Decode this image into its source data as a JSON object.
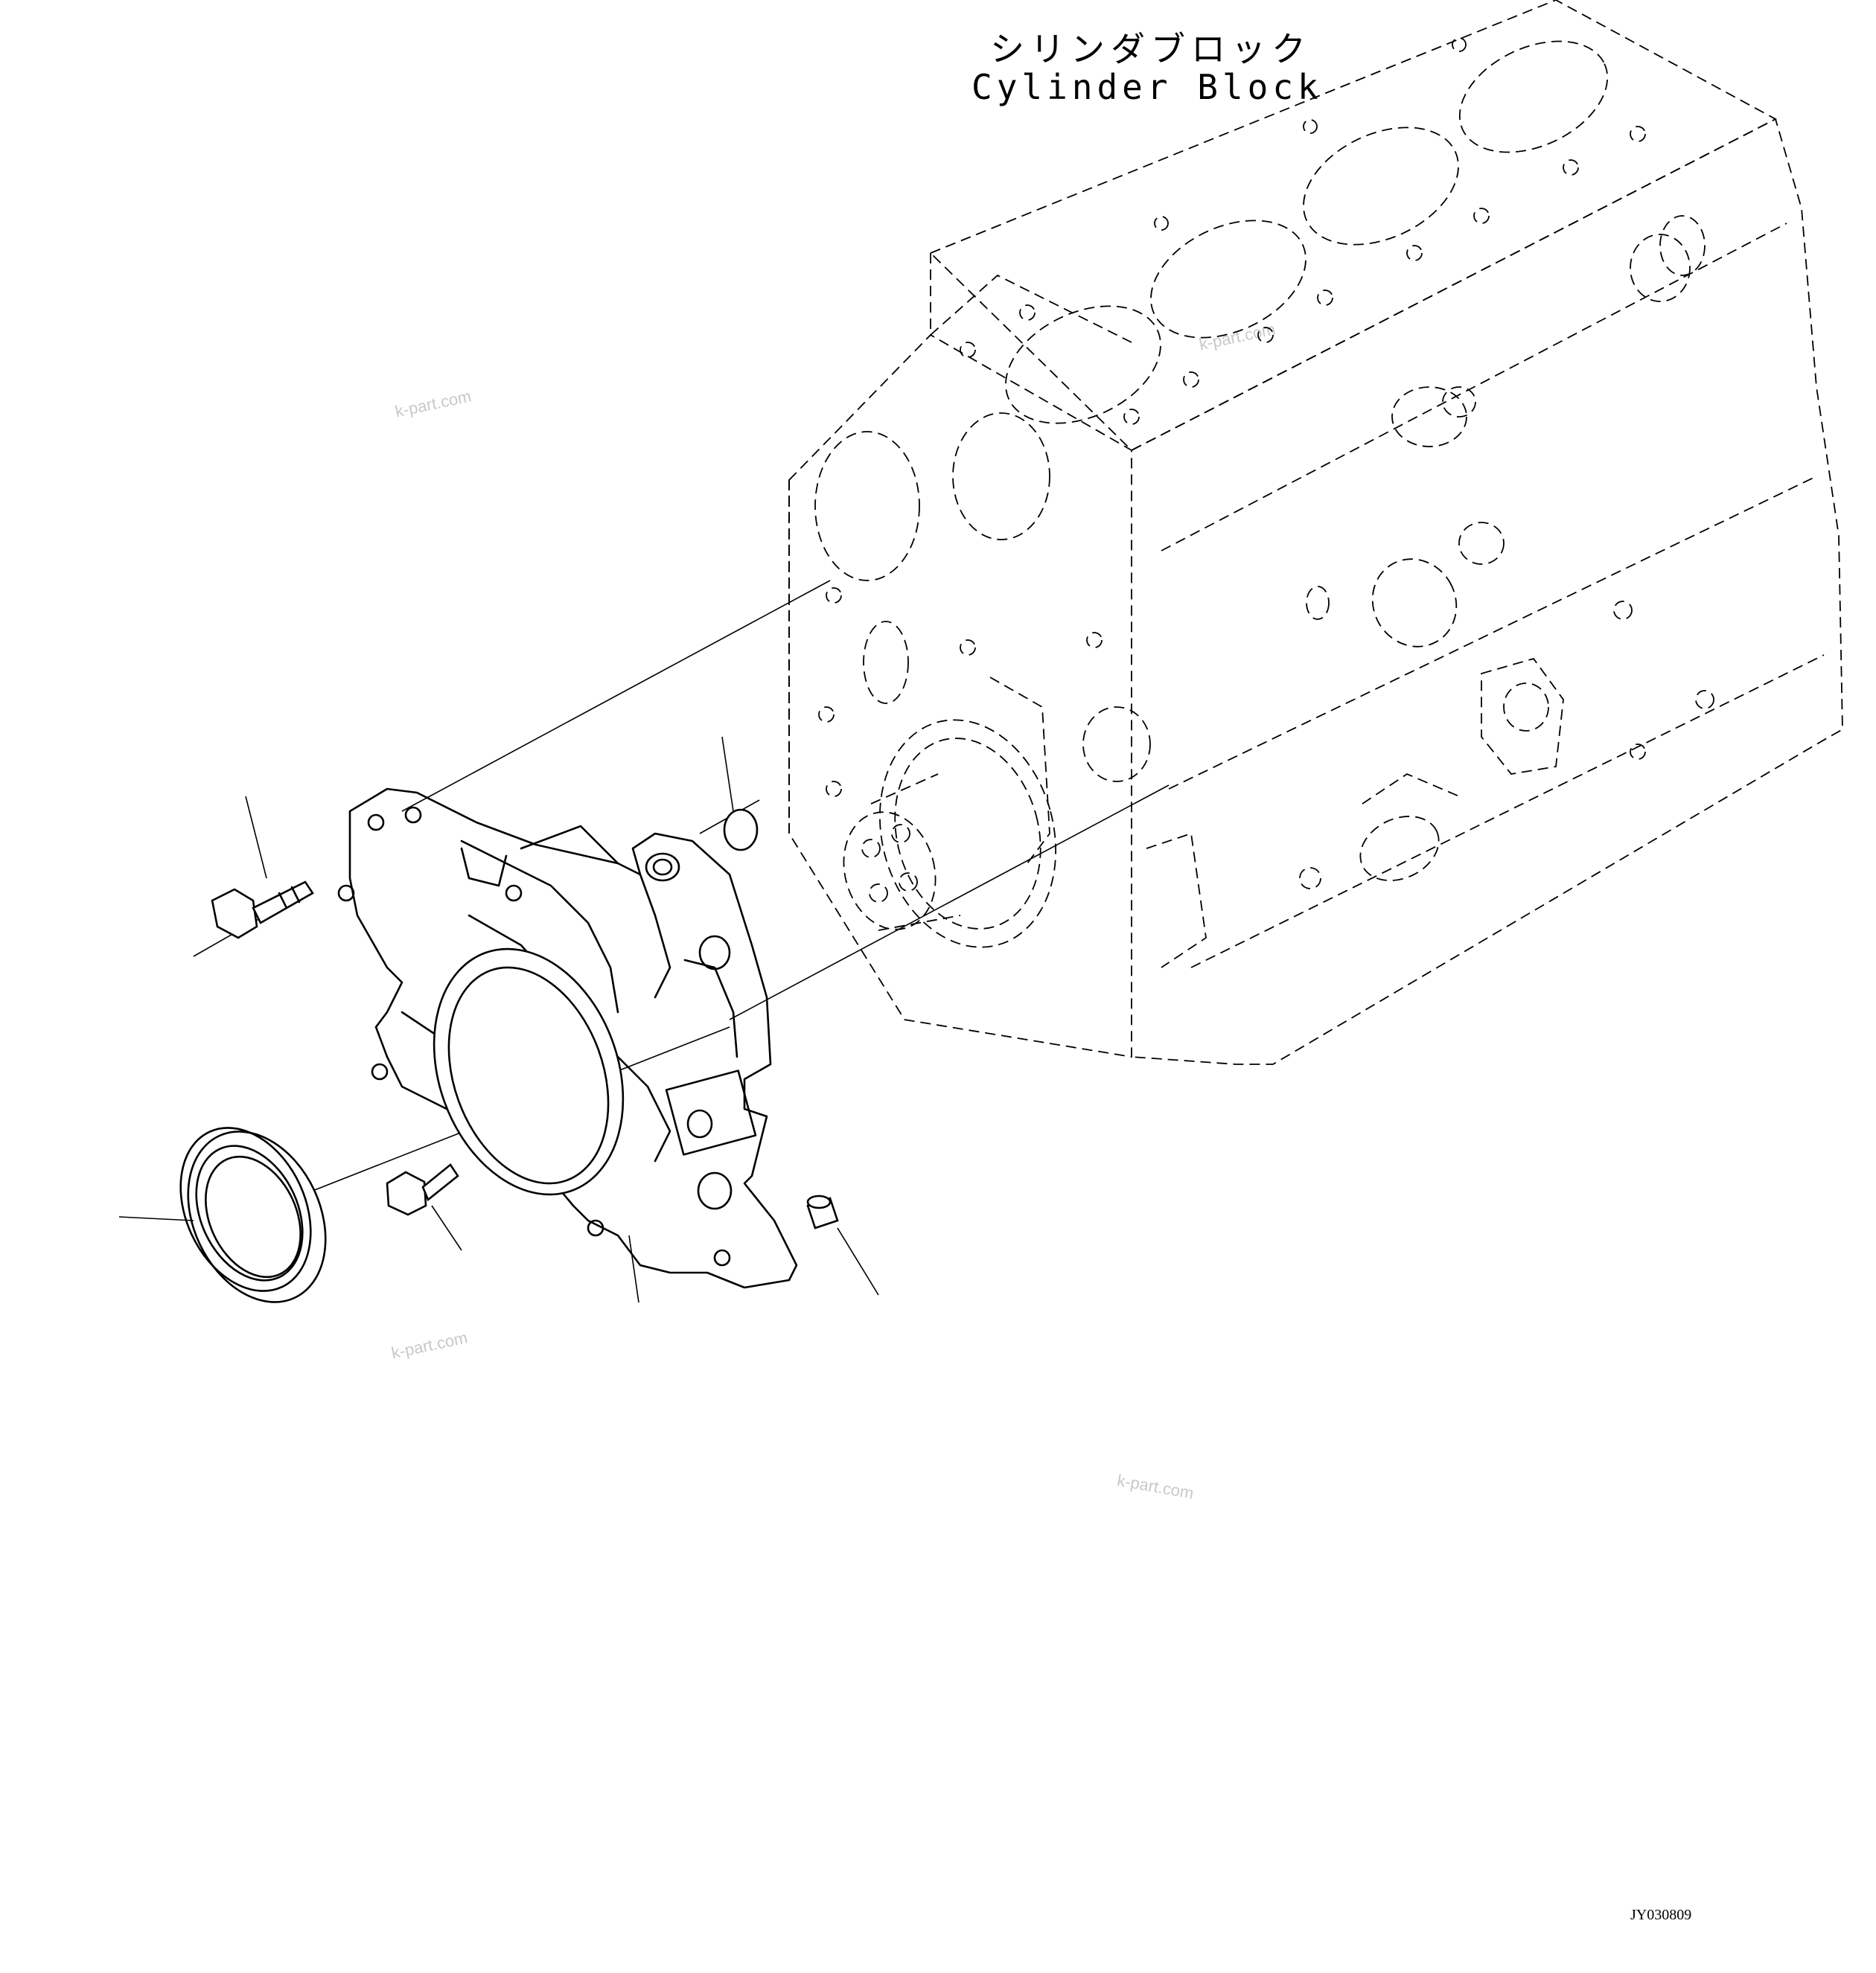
{
  "title": {
    "japanese": "シリンダブロック",
    "english": "Cylinder Block"
  },
  "watermarks": [
    "k-part.com",
    "k-part.com",
    "k-part.com",
    "k-part.com"
  ],
  "drawing_code": "JY030809"
}
